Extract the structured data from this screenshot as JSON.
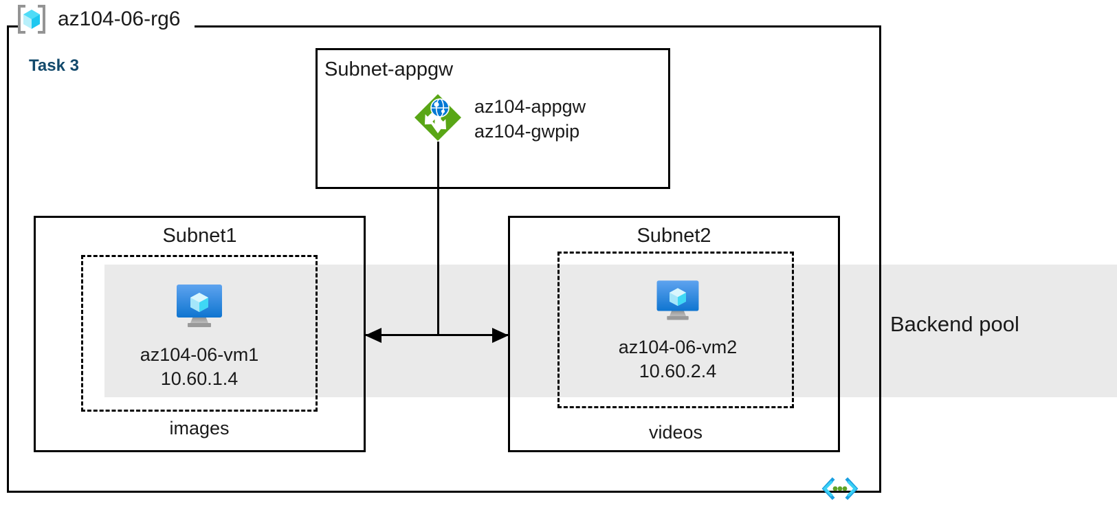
{
  "diagram": {
    "resource_group": {
      "name": "az104-06-rg6",
      "icon": "resource-group-cube-icon"
    },
    "task_label": "Task 3",
    "task_color": "#12496b",
    "subnets": [
      {
        "id": "appgw",
        "title": "Subnet-appgw",
        "node": {
          "icon": "application-gateway-icon",
          "line1": "az104-appgw",
          "line2": "az104-gwpip"
        }
      },
      {
        "id": "subnet1",
        "title": "Subnet1",
        "caption": "images",
        "vm": {
          "icon": "virtual-machine-icon",
          "name": "az104-06-vm1",
          "ip": "10.60.1.4"
        }
      },
      {
        "id": "subnet2",
        "title": "Subnet2",
        "caption": "videos",
        "vm": {
          "icon": "virtual-machine-icon",
          "name": "az104-06-vm2",
          "ip": "10.60.2.4"
        }
      }
    ],
    "backend_pool": {
      "label": "Backend pool",
      "band_color": "#eaeaea"
    },
    "footer_icon": "code-brackets-icon",
    "colors": {
      "appgw_green": "#59a616",
      "appgw_globe_blue": "#0078d4",
      "vm_monitor_blue": "#0f7ddb",
      "rg_cube_cyan": "#32d2f2",
      "bracket_gray": "#949494",
      "code_icon_blue": "#0f9cd6",
      "code_icon_dot_green": "#5ea226",
      "line_black": "#000000"
    }
  }
}
